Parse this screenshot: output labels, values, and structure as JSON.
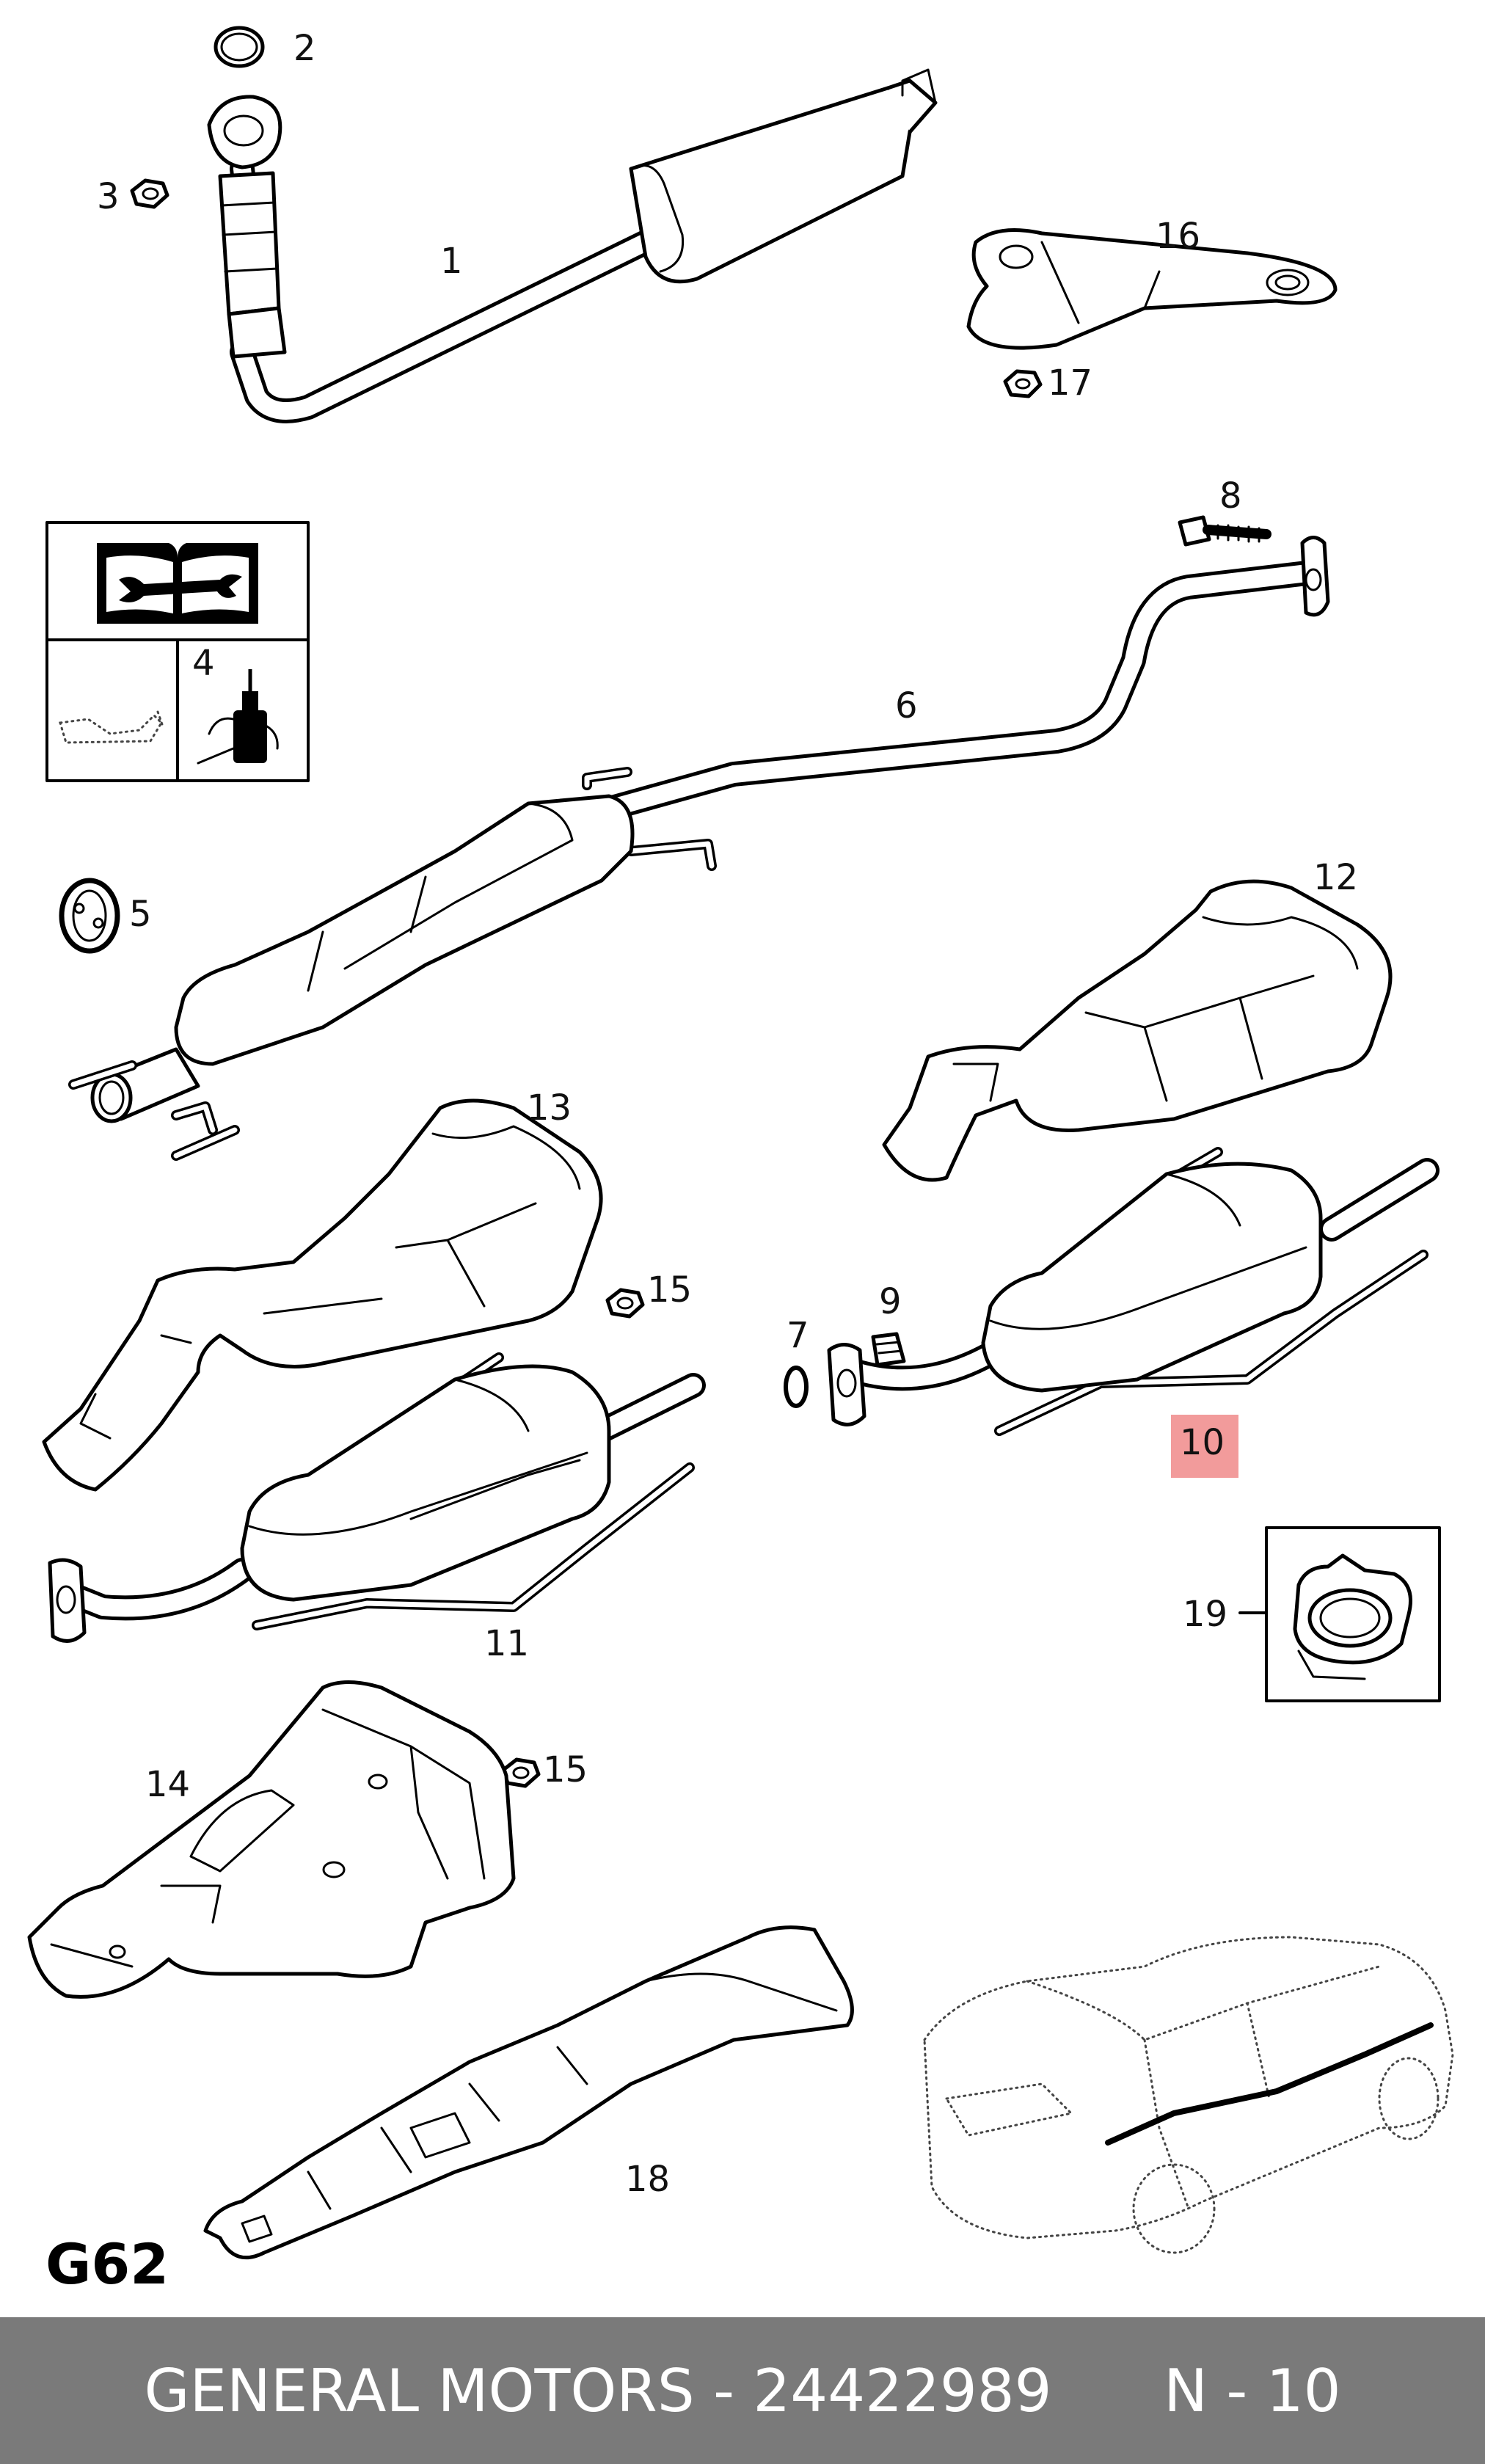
{
  "diagram": {
    "code": "G62",
    "callouts": {
      "c1": "1",
      "c2": "2",
      "c3": "3",
      "c4": "4",
      "c5": "5",
      "c6": "6",
      "c7": "7",
      "c8": "8",
      "c9": "9",
      "c10": "10",
      "c11": "11",
      "c12": "12",
      "c13": "13",
      "c14": "14",
      "c15a": "15",
      "c15b": "15",
      "c16": "16",
      "c17": "17",
      "c18": "18",
      "c19": "19"
    },
    "highlighted_part": "10",
    "highlight_color": "#f08a8a"
  },
  "footer": {
    "brand_part": "GENERAL MOTORS - 24422989",
    "position": "N - 10",
    "background": "#7a7a7a"
  }
}
